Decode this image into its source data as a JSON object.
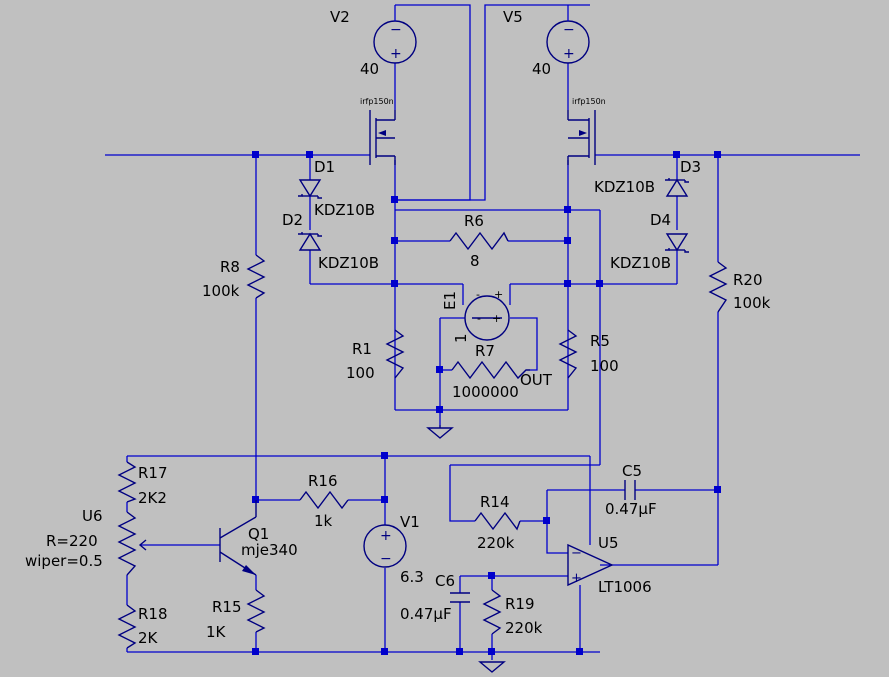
{
  "schematic": {
    "colors": {
      "background": "#c0c0c0",
      "wire": "#0000cc",
      "component": "#000080",
      "text": "#000000"
    },
    "components": {
      "V2": {
        "name": "V2",
        "value": "40"
      },
      "V5": {
        "name": "V5",
        "value": "40"
      },
      "M_left": {
        "model": "irfp150n"
      },
      "M_right": {
        "model": "irfp150n"
      },
      "D1": {
        "name": "D1",
        "value": "KDZ10B"
      },
      "D2": {
        "name": "D2",
        "value": "KDZ10B"
      },
      "D3": {
        "name": "D3",
        "value": "KDZ10B"
      },
      "D4": {
        "name": "D4",
        "value": "KDZ10B"
      },
      "R6": {
        "name": "R6",
        "value": "8"
      },
      "R8": {
        "name": "R8",
        "value": "100k"
      },
      "R20": {
        "name": "R20",
        "value": "100k"
      },
      "E1": {
        "name": "E1",
        "value": "1",
        "plus": "+",
        "minus": "-"
      },
      "R1": {
        "name": "R1",
        "value": "100"
      },
      "R5": {
        "name": "R5",
        "value": "100"
      },
      "R7": {
        "name": "R7",
        "value": "1000000"
      },
      "net_out": "OUT",
      "R17": {
        "name": "R17",
        "value": "2K2"
      },
      "U6": {
        "name": "U6",
        "value": "R=220",
        "wiper": "wiper=0.5"
      },
      "R18": {
        "name": "R18",
        "value": "2K"
      },
      "Q1": {
        "name": "Q1",
        "value": "mje340"
      },
      "R15": {
        "name": "R15",
        "value": "1K"
      },
      "R16": {
        "name": "R16",
        "value": "1k"
      },
      "V1": {
        "name": "V1",
        "value": "6.3"
      },
      "C5": {
        "name": "C5",
        "value": "0.47µF"
      },
      "R14": {
        "name": "R14",
        "value": "220k"
      },
      "U5": {
        "name": "U5",
        "value": "LT1006"
      },
      "C6": {
        "name": "C6",
        "value": "0.47µF"
      },
      "R19": {
        "name": "R19",
        "value": "220k"
      }
    }
  }
}
